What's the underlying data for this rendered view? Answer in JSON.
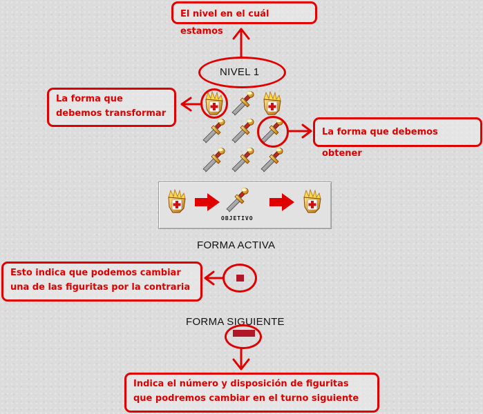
{
  "level": {
    "label": "NIVEL 1"
  },
  "objective": {
    "label": "OBJETIVO"
  },
  "active_form": {
    "label": "FORMA ACTIVA"
  },
  "next_form": {
    "label": "FORMA SIGUIENTE"
  },
  "callouts": {
    "level": "El nivel en el cuál estamos",
    "transform": "La forma que debemos transformar",
    "obtain": "La forma que debemos obtener",
    "active": "Esto indica que podemos cambiar una de las figuritas por la contraria",
    "next": "Indica el número y disposición de figuritas que podremos cambiar en el turno siguiente"
  },
  "grid": [
    [
      "gauntlet-icon",
      "sword-icon",
      "gauntlet-icon"
    ],
    [
      "sword-icon",
      "sword-icon",
      "sword-icon"
    ],
    [
      "sword-icon",
      "sword-icon",
      "sword-icon"
    ]
  ],
  "colors": {
    "annotation_red": "#e00000",
    "arrow_red": "#e00000",
    "indicator_red": "#b0182a"
  }
}
